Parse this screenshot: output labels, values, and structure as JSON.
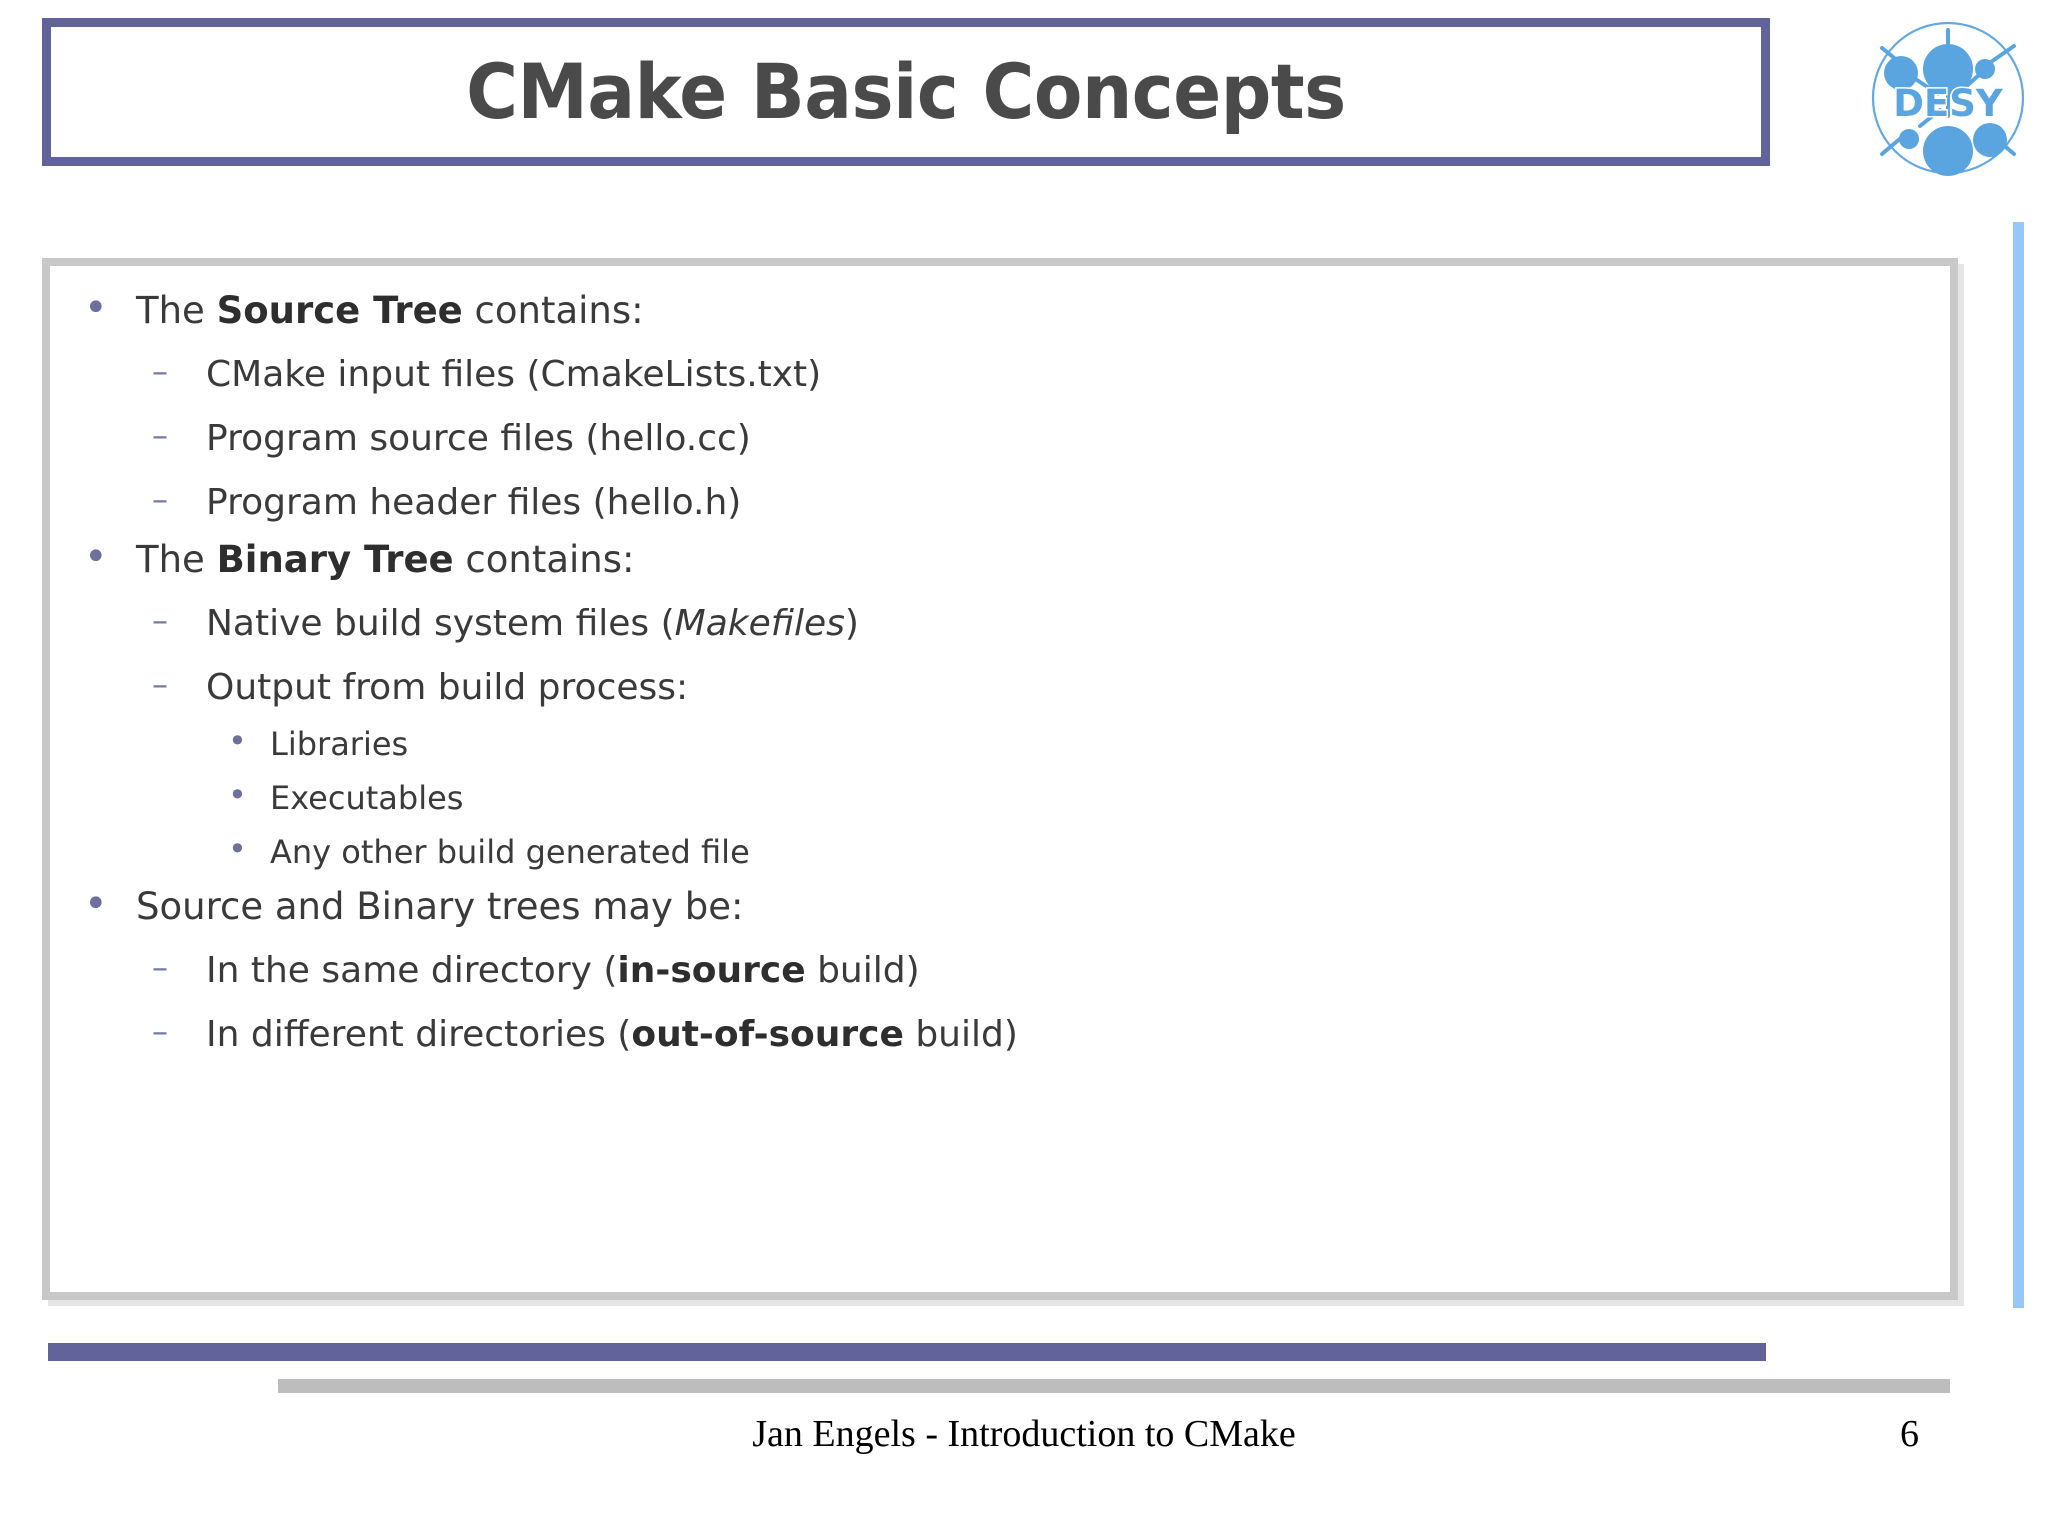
{
  "slide": {
    "title": "CMake Basic Concepts",
    "page_number": "6",
    "footer": "Jan Engels - Introduction to CMake"
  },
  "logo": {
    "name": "desy-logo",
    "text": "DESY",
    "color": "#4a9fe0"
  },
  "colors": {
    "title_border": "#63639b",
    "title_text": "#4a4a4a",
    "content_border": "#c8c8c8",
    "bullet": "#6f6f9e",
    "dash": "#7a7aa8",
    "body_text": "#3a3a3a",
    "accent_bar_purple": "#63639b",
    "accent_bar_gray": "#bdbdbd",
    "right_bar_blue": "#95c8f8"
  },
  "content": {
    "items": [
      {
        "level": 1,
        "pre": "The ",
        "bold": "Source Tree",
        "post": " contains:"
      },
      {
        "level": 2,
        "pre": "CMake input files (CmakeLists.txt)",
        "bold": "",
        "post": ""
      },
      {
        "level": 2,
        "pre": "Program source files (hello.cc)",
        "bold": "",
        "post": ""
      },
      {
        "level": 2,
        "pre": "Program header files (hello.h)",
        "bold": "",
        "post": ""
      },
      {
        "level": 1,
        "pre": "The ",
        "bold": "Binary Tree",
        "post": " contains:"
      },
      {
        "level": 2,
        "pre": "Native build system files (",
        "italic": "Makefiles",
        "post": ")"
      },
      {
        "level": 2,
        "pre": "Output from build process:",
        "bold": "",
        "post": ""
      },
      {
        "level": 3,
        "pre": "Libraries",
        "bold": "",
        "post": ""
      },
      {
        "level": 3,
        "pre": "Executables",
        "bold": "",
        "post": ""
      },
      {
        "level": 3,
        "pre": "Any other build generated file",
        "bold": "",
        "post": ""
      },
      {
        "level": 1,
        "pre": "Source and Binary trees may be:",
        "bold": "",
        "post": ""
      },
      {
        "level": 2,
        "pre": "In the same directory (",
        "bold": "in-source",
        "post": " build)"
      },
      {
        "level": 2,
        "pre": "In different directories (",
        "bold": "out-of-source",
        "post": " build)"
      }
    ]
  }
}
